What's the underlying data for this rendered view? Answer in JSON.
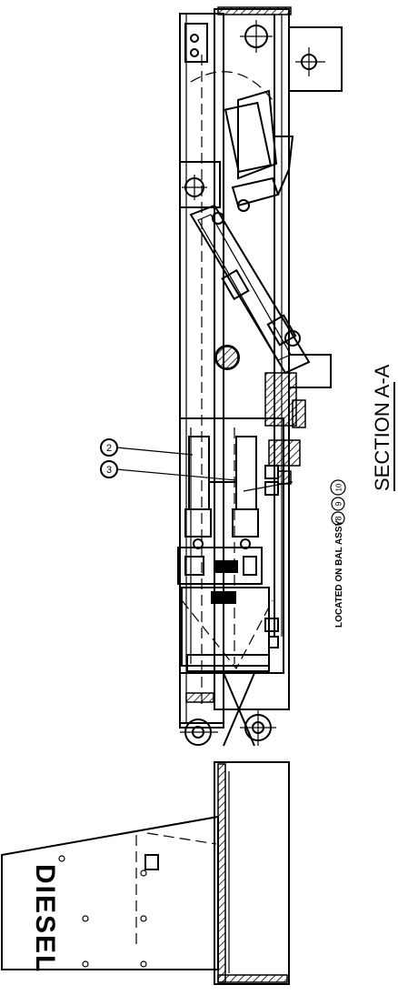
{
  "drawing": {
    "section_title": "SECTION A-A",
    "note_text": "LOCATED ON BAL ASSY",
    "note_balloons": [
      "8",
      "9",
      "10"
    ],
    "callouts": [
      "2",
      "3"
    ],
    "logo_text": "DIESEL"
  }
}
